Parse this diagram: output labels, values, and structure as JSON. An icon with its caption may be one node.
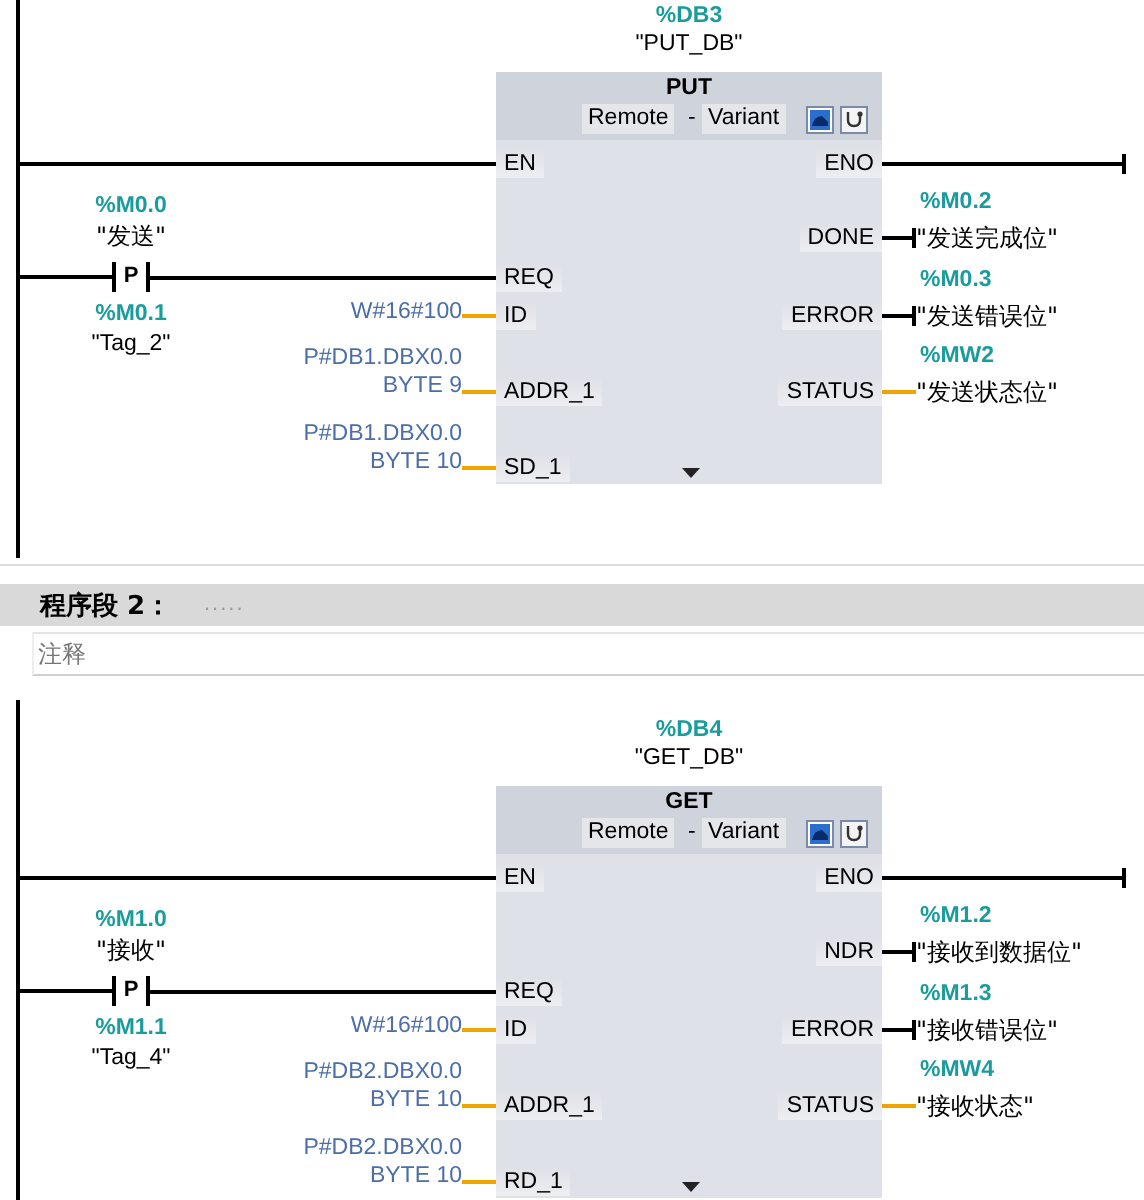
{
  "diagram": {
    "nodes": [
      {
        "text": [],
        "shape": "bar"
      },
      {
        "text": [
          "PUT",
          "Remote",
          "-",
          "Variant"
        ],
        "beside": [
          "%DB3",
          "\"PUT_DB\""
        ]
      },
      {
        "text": [
          "EN"
        ],
        "in": 1
      },
      {
        "text": [
          "REQ"
        ],
        "in": 1
      },
      {
        "text": [
          "ID"
        ],
        "in": 1
      },
      {
        "text": [
          "ADDR_1"
        ],
        "in": 1
      },
      {
        "text": [
          "SD_1"
        ],
        "in": 1
      },
      {
        "text": [
          "ENO"
        ],
        "in": 1
      },
      {
        "text": [
          "DONE"
        ],
        "in": 1
      },
      {
        "text": [
          "ERROR"
        ],
        "in": 1
      },
      {
        "text": [
          "STATUS"
        ],
        "in": 1
      },
      {
        "text": [
          "P"
        ],
        "beside": [
          "%M0.0",
          "\"发送\"",
          "%M0.1",
          "\"Tag_2\""
        ]
      },
      {
        "text": [
          "W#16#100"
        ]
      },
      {
        "text": [
          "P#DB1.DBX0.0 BYTE 9"
        ]
      },
      {
        "text": [
          "P#DB1.DBX0.0 BYTE 10"
        ]
      },
      {
        "text": [
          "\"发送完成位\""
        ],
        "beside": [
          "%M0.2"
        ]
      },
      {
        "text": [
          "\"发送错误位\""
        ],
        "beside": [
          "%M0.3"
        ]
      },
      {
        "text": [
          "\"发送状态位\""
        ],
        "beside": [
          "%MW2"
        ]
      },
      {
        "text": [
          "程序段 2：",
          "....."
        ]
      },
      {
        "text": [
          "注释"
        ]
      },
      {
        "text": [],
        "shape": "bar"
      },
      {
        "text": [
          "GET",
          "Remote",
          "-",
          "Variant"
        ],
        "beside": [
          "%DB4",
          "\"GET_DB\""
        ]
      },
      {
        "text": [
          "EN"
        ],
        "in": 21
      },
      {
        "text": [
          "REQ"
        ],
        "in": 21
      },
      {
        "text": [
          "ID"
        ],
        "in": 21
      },
      {
        "text": [
          "ADDR_1"
        ],
        "in": 21
      },
      {
        "text": [
          "RD_1"
        ],
        "in": 21
      },
      {
        "text": [
          "ENO"
        ],
        "in": 21
      },
      {
        "text": [
          "NDR"
        ],
        "in": 21
      },
      {
        "text": [
          "ERROR"
        ],
        "in": 21
      },
      {
        "text": [
          "STATUS"
        ],
        "in": 21
      },
      {
        "text": [
          "P"
        ],
        "beside": [
          "%M1.0",
          "\"接收\"",
          "%M1.1",
          "\"Tag_4\""
        ]
      },
      {
        "text": [
          "W#16#100"
        ]
      },
      {
        "text": [
          "P#DB2.DBX0.0 BYTE 10"
        ]
      },
      {
        "text": [
          "P#DB2.DBX0.0 BYTE 10"
        ]
      },
      {
        "text": [
          "\"接收到数据位\""
        ],
        "beside": [
          "%M1.2"
        ]
      },
      {
        "text": [
          "\"接收错误位\""
        ],
        "beside": [
          "%M1.3"
        ]
      },
      {
        "text": [
          "\"接收状态\""
        ],
        "beside": [
          "%MW4"
        ]
      }
    ],
    "edges": [
      {
        "from": 0,
        "to": 2,
        "arrow": "none"
      },
      {
        "from": 0,
        "to": 11,
        "arrow": "none"
      },
      {
        "from": 11,
        "to": 3,
        "arrow": "none"
      },
      {
        "from": 12,
        "to": 4,
        "arrow": "none",
        "color": "#f0a400"
      },
      {
        "from": 13,
        "to": 5,
        "arrow": "none",
        "color": "#f0a400"
      },
      {
        "from": 14,
        "to": 6,
        "arrow": "none",
        "color": "#f0a400"
      },
      {
        "from": 7,
        "to": null,
        "arrow": "other"
      },
      {
        "from": 8,
        "to": 15,
        "arrow": "other"
      },
      {
        "from": 9,
        "to": 16,
        "arrow": "other"
      },
      {
        "from": 10,
        "to": 17,
        "arrow": "none",
        "color": "#f0a400"
      },
      {
        "from": 20,
        "to": 22,
        "arrow": "none"
      },
      {
        "from": 20,
        "to": 31,
        "arrow": "none"
      },
      {
        "from": 31,
        "to": 23,
        "arrow": "none"
      },
      {
        "from": 32,
        "to": 24,
        "arrow": "none",
        "color": "#f0a400"
      },
      {
        "from": 33,
        "to": 25,
        "arrow": "none",
        "color": "#f0a400"
      },
      {
        "from": 34,
        "to": 26,
        "arrow": "none",
        "color": "#f0a400"
      },
      {
        "from": 27,
        "to": null,
        "arrow": "other"
      },
      {
        "from": 28,
        "to": 35,
        "arrow": "other"
      },
      {
        "from": 29,
        "to": 36,
        "arrow": "other"
      },
      {
        "from": 30,
        "to": 37,
        "arrow": "none",
        "color": "#f0a400"
      }
    ]
  }
}
